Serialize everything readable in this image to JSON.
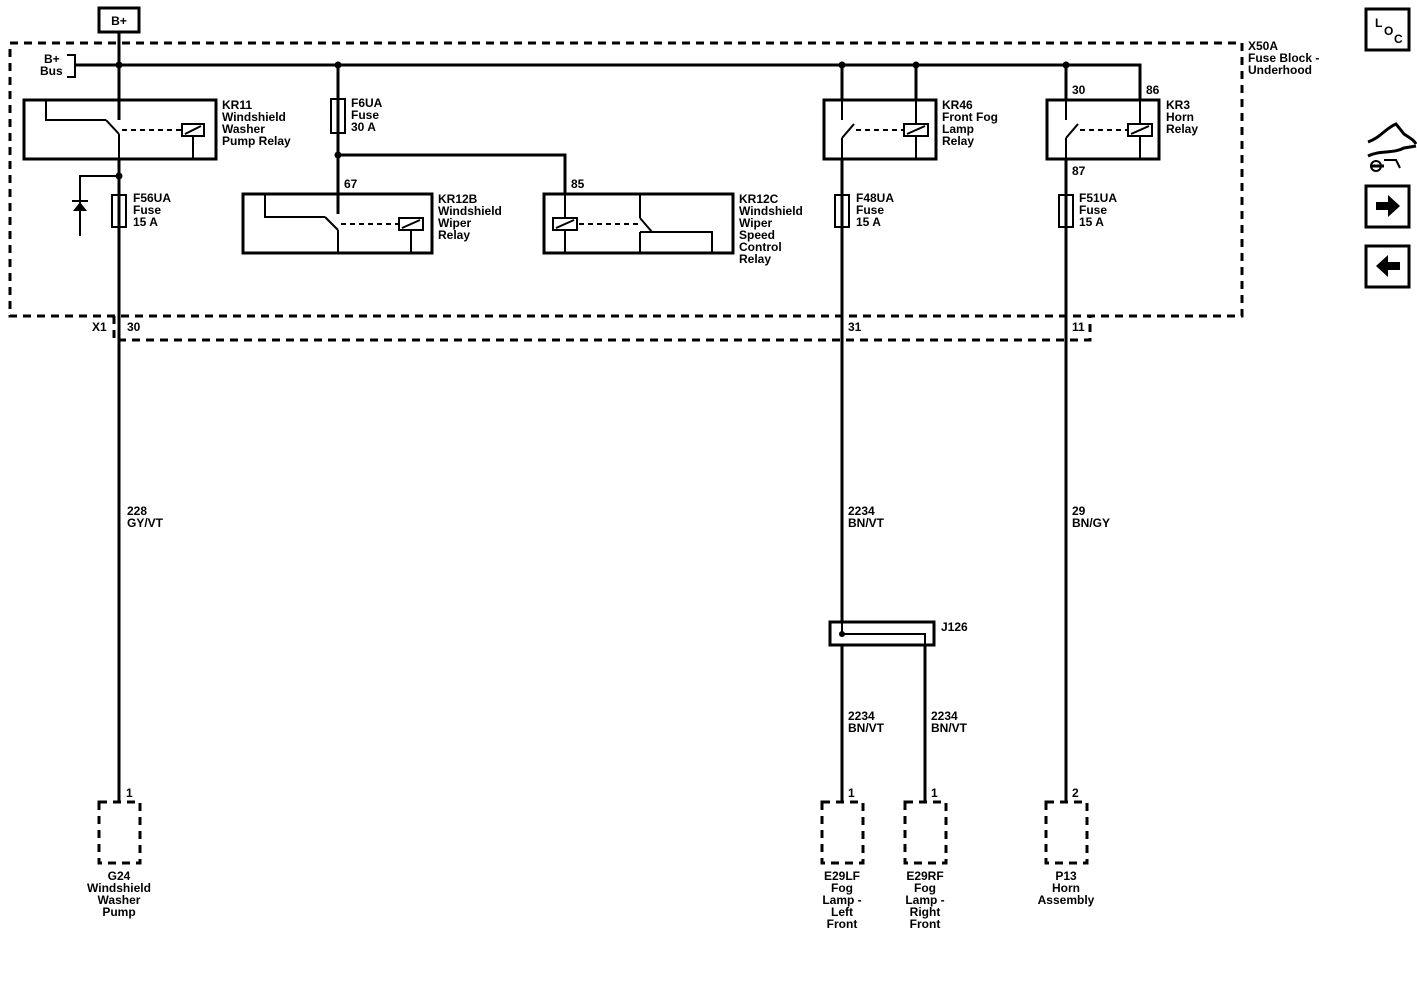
{
  "power": {
    "source": "B+",
    "bus_line1": "B+",
    "bus_line2": "Bus"
  },
  "fuse_block": {
    "line1": "X50A",
    "line2": "Fuse Block -",
    "line3": "Underhood"
  },
  "connector": {
    "name": "X1",
    "pins": [
      "30",
      "31",
      "11"
    ]
  },
  "relays": {
    "kr11": {
      "lines": [
        "KR11",
        "Windshield",
        "Washer",
        "Pump Relay"
      ]
    },
    "kr12b": {
      "pin": "67",
      "lines": [
        "KR12B",
        "Windshield",
        "Wiper",
        "Relay"
      ]
    },
    "kr12c": {
      "pin": "85",
      "lines": [
        "KR12C",
        "Windshield",
        "Wiper",
        "Speed",
        "Control",
        "Relay"
      ]
    },
    "kr46": {
      "lines": [
        "KR46",
        "Front Fog",
        "Lamp",
        "Relay"
      ]
    },
    "kr3": {
      "pin_30": "30",
      "pin_86": "86",
      "pin_87": "87",
      "lines": [
        "KR3",
        "Horn",
        "Relay"
      ]
    }
  },
  "fuses": {
    "f6ua": [
      "F6UA",
      "Fuse",
      "30 A"
    ],
    "f56ua": [
      "F56UA",
      "Fuse",
      "15 A"
    ],
    "f48ua": [
      "F48UA",
      "Fuse",
      "15 A"
    ],
    "f51ua": [
      "F51UA",
      "Fuse",
      "15 A"
    ]
  },
  "wires": {
    "w228": [
      "228",
      "GY/VT"
    ],
    "w2234": [
      "2234",
      "BN/VT"
    ],
    "w29": [
      "29",
      "BN/GY"
    ],
    "w2234_left": [
      "2234",
      "BN/VT"
    ],
    "w2234_right": [
      "2234",
      "BN/VT"
    ]
  },
  "splice": {
    "name": "J126"
  },
  "components": {
    "g24": {
      "pin": "1",
      "lines": [
        "G24",
        "Windshield",
        "Washer",
        "Pump"
      ]
    },
    "e29lf": {
      "pin": "1",
      "lines": [
        "E29LF",
        "Fog",
        "Lamp -",
        "Left",
        "Front"
      ]
    },
    "e29rf": {
      "pin": "1",
      "lines": [
        "E29RF",
        "Fog",
        "Lamp -",
        "Right",
        "Front"
      ]
    },
    "p13": {
      "pin": "2",
      "lines": [
        "P13",
        "Horn",
        "Assembly"
      ]
    }
  },
  "nav": {
    "loc_l": "L",
    "loc_o": "O",
    "loc_c": "C",
    "icons": [
      "harness-icon",
      "arrow-right-icon",
      "arrow-left-icon"
    ]
  }
}
